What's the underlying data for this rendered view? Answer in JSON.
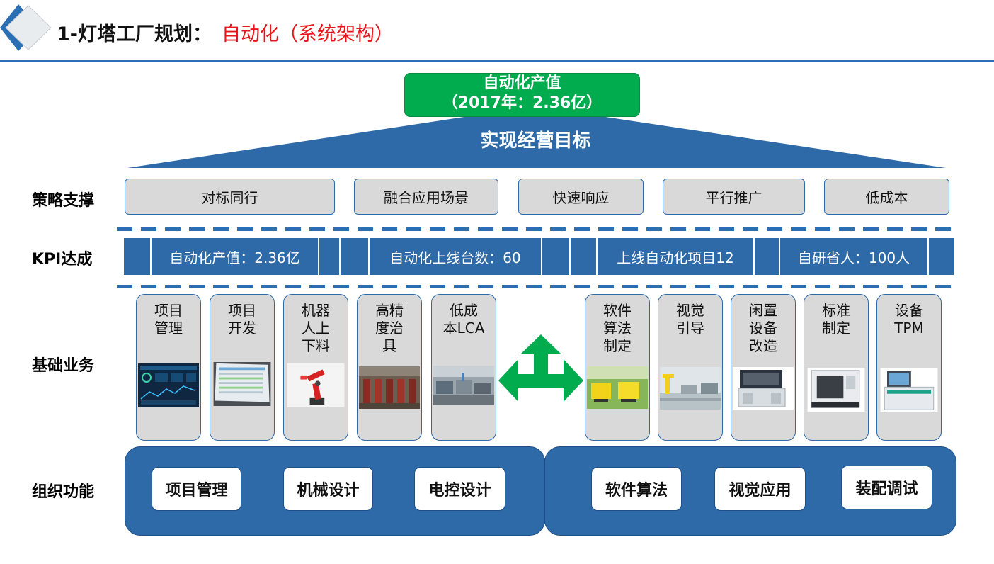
{
  "header": {
    "title_main": "1-灯塔工厂规划：",
    "title_highlight": "自动化（系统架构）",
    "colors": {
      "accent": "#2a6fb3",
      "highlight": "#e8161a"
    }
  },
  "roof": {
    "goal_line1": "自动化产值",
    "goal_line2": "（2017年：2.36亿）",
    "goal_color": "#00ac4e",
    "target": "实现经营目标",
    "roof_color": "#2e6aa8"
  },
  "rows": {
    "strategy": "策略支撑",
    "kpi": "KPI达成",
    "base": "基础业务",
    "org": "组织功能"
  },
  "strategy_items": [
    "对标同行",
    "融合应用场景",
    "快速响应",
    "平行推广",
    "低成本"
  ],
  "kpi_items": [
    "自动化产值：2.36亿",
    "自动化上线台数：60",
    "上线自动化项目12",
    "自研省人：100人"
  ],
  "base_cards_left": [
    {
      "lines": [
        "项目",
        "管理"
      ],
      "photo": "dashboard-screen"
    },
    {
      "lines": [
        "项目",
        "开发"
      ],
      "photo": "software-screen"
    },
    {
      "lines": [
        "机器",
        "人上",
        "下料"
      ],
      "photo": "robot-arm"
    },
    {
      "lines": [
        "高精",
        "度治",
        "具"
      ],
      "photo": "factory-fixtures"
    },
    {
      "lines": [
        "低成",
        "本LCA"
      ],
      "photo": "production-line"
    }
  ],
  "base_cards_right": [
    {
      "lines": [
        "软件",
        "算法",
        "制定"
      ],
      "photo": "yellow-agv"
    },
    {
      "lines": [
        "视觉",
        "引导"
      ],
      "photo": "vision-line"
    },
    {
      "lines": [
        "闲置",
        "设备",
        "改造"
      ],
      "photo": "machine-station"
    },
    {
      "lines": [
        "标准",
        "制定"
      ],
      "photo": "cnc-machine"
    },
    {
      "lines": [
        "设备",
        "TPM"
      ],
      "photo": "test-equipment"
    }
  ],
  "center_icon": "four-way-arrow-icon",
  "org_left": [
    "项目管理",
    "机械设计",
    "电控设计"
  ],
  "org_right": [
    "软件算法",
    "视觉应用",
    "装配调试"
  ]
}
